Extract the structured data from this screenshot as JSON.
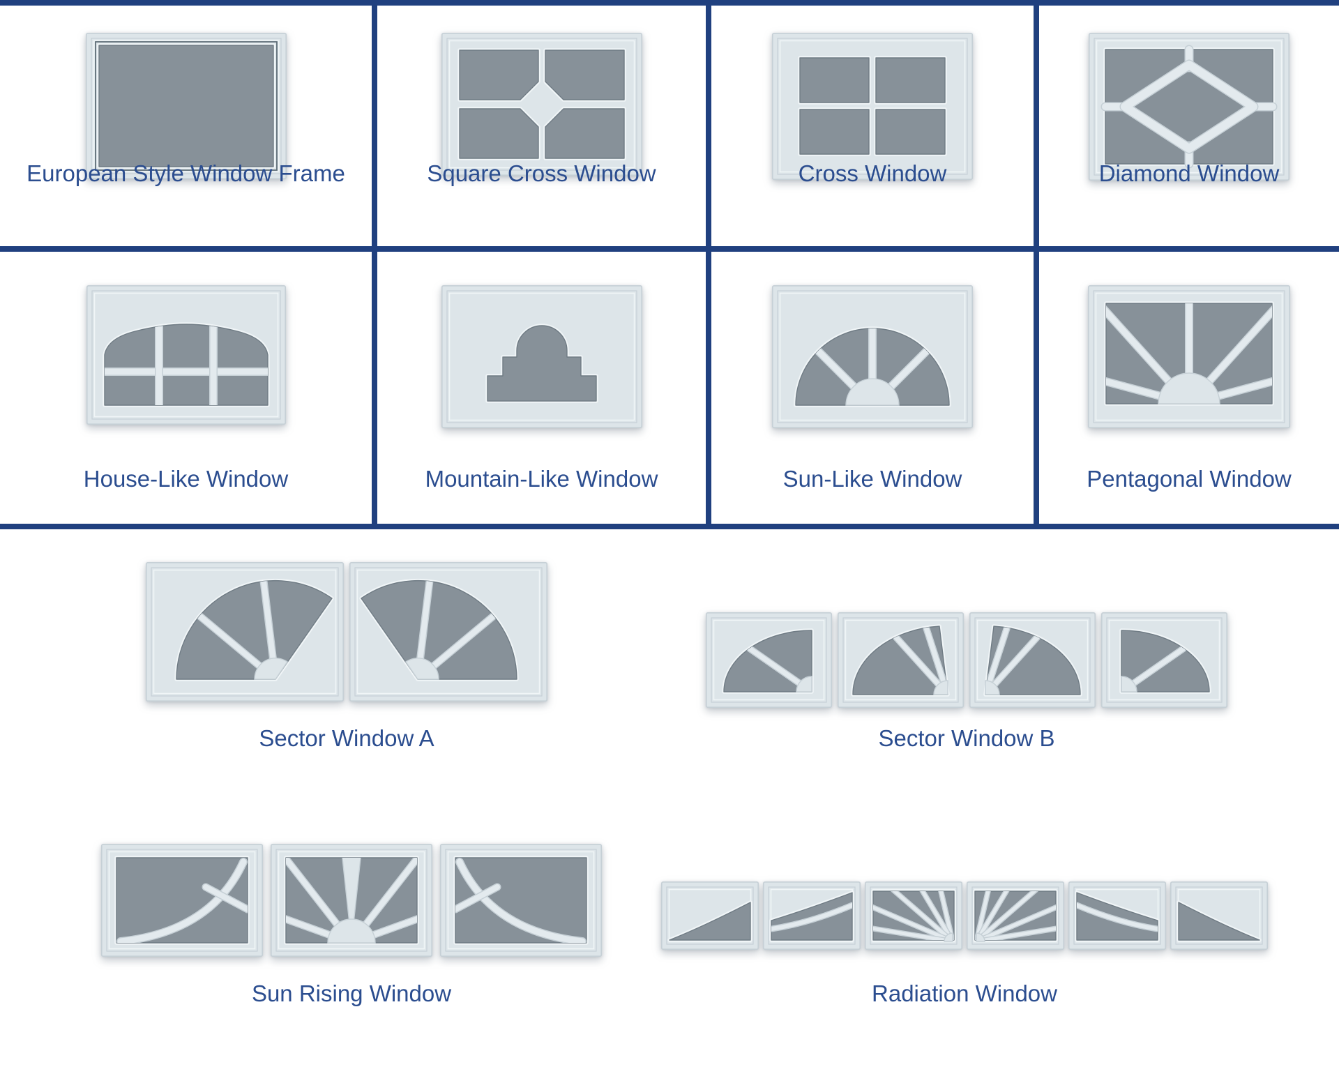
{
  "colors": {
    "grid_border": "#20407f",
    "label_text": "#2b4d8f",
    "panel_fill": "#dde5e9",
    "panel_edge": "#c6d0d6",
    "mullion": "#e3eaee",
    "bevel_highlight": "#f0f5f7",
    "glass_fill": "#879199",
    "glass_edge": "#6f7b84",
    "european_outline": "#5d6c76",
    "page_background": "#ffffff"
  },
  "grid_windows": [
    {
      "label": "European Style Window Frame",
      "type": "european"
    },
    {
      "label": "Square Cross Window",
      "type": "square-cross"
    },
    {
      "label": "Cross Window",
      "type": "cross"
    },
    {
      "label": "Diamond Window",
      "type": "diamond"
    },
    {
      "label": "House-Like Window",
      "type": "house"
    },
    {
      "label": "Mountain-Like Window",
      "type": "mountain"
    },
    {
      "label": "Sun-Like Window",
      "type": "sun-like"
    },
    {
      "label": "Pentagonal Window",
      "type": "pentagonal"
    }
  ],
  "freestanding_windows": [
    {
      "label": "Sector Window A",
      "type": "sector-a"
    },
    {
      "label": "Sector Window B",
      "type": "sector-b"
    },
    {
      "label": "Sun Rising Window",
      "type": "sun-rising"
    },
    {
      "label": "Radiation Window",
      "type": "radiation"
    }
  ]
}
